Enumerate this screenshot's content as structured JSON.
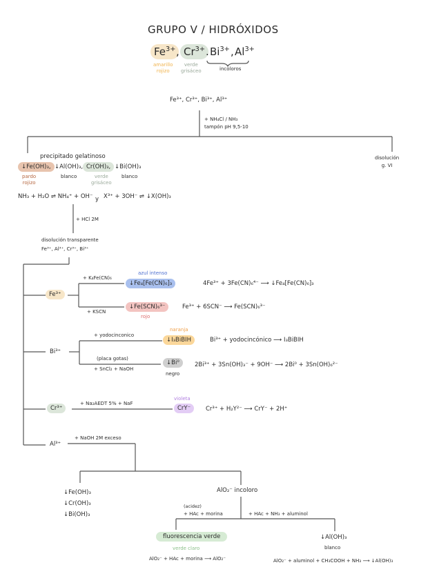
{
  "title": "GRUPO V / HIDRÓXIDOS",
  "header_ions": [
    {
      "ion": "Fe",
      "charge": "3+",
      "color_label": "amarillo rojizo",
      "color_label_l1": "amarillo",
      "color_label_l2": "rojizo",
      "highlight": "#f7e6c8",
      "label_color": "#f0b24a"
    },
    {
      "ion": "Cr",
      "charge": "3+",
      "color_label": "verde grisáceo",
      "color_label_l1": "verde",
      "color_label_l2": "grisáceo",
      "highlight": "#dce6da",
      "label_color": "#9aa99a"
    },
    {
      "ion": "Bi",
      "charge": "3+"
    },
    {
      "ion": "Al",
      "charge": "3+"
    }
  ],
  "header_brace_label": "incoloros",
  "start": {
    "ions": "Fe³⁺, Cr³⁺, Bi³⁺, Al³⁺",
    "reagent_line1": "+ NH₄Cl / NH₃",
    "reagent_line2": "tampón pH 9,5-10"
  },
  "precipitate": {
    "label": "precipitado gelatinoso",
    "items": [
      {
        "formula": "↓Fe(OH)₃,",
        "color": "pardo rojizo",
        "color_l1": "pardo",
        "color_l2": "rojizo",
        "highlight": "#e8c4ae",
        "label_color": "#b5663f"
      },
      {
        "formula": "↓Al(OH)₃,",
        "color": "blanco"
      },
      {
        "formula": "Cr(OH)₃,",
        "color": "verde grisáceo",
        "color_l1": "verde",
        "color_l2": "grisáceo",
        "highlight": "#dce6da",
        "label_color": "#9aa99a"
      },
      {
        "formula": "↓Bi(OH)₃",
        "color": "blanco"
      }
    ],
    "equation_1": "NH₃ + H₂O ⇌ NH₄⁺ + OH⁻",
    "connector": "y",
    "equation_2": "X³⁺ + 3OH⁻ ⇌ ↓X(OH)₃"
  },
  "solution_right": {
    "line1": "disolución",
    "line2": "g. VI"
  },
  "hcl_step": {
    "reagent": "+ HCl 2M",
    "result_line1": "disolución transparente",
    "result_line2": "Fe³⁺, Al³⁺, Cr³⁺, Bi³⁺"
  },
  "branches": {
    "fe": {
      "ion": "Fe³⁺",
      "highlight": "#f7e6c8",
      "reagent_top": "+ K₄Fe(CN)₆",
      "product_top": "↓Fe₄[Fe(CN)₆]₃",
      "product_top_color": "azul intenso",
      "product_top_highlight": "#a9c0ee",
      "product_top_label_color": "#4d6fd0",
      "equation_top": "4Fe³⁺ + 3Fe(CN)₆⁴⁻ ⟶ ↓Fe₄[Fe(CN)₆]₃",
      "reagent_bottom": "+ KSCN",
      "product_bottom": "↓Fe(SCN)₆³⁻",
      "product_bottom_color": "rojo",
      "product_bottom_highlight": "#f3c4c1",
      "product_bottom_label_color": "#dd6b6b",
      "equation_bottom": "Fe³⁺ + 6SCN⁻ ⟶ Fe(SCN)₆³⁻"
    },
    "bi": {
      "ion": "Bi³⁺",
      "reagent_top": "+ yodocinconico",
      "product_top": "↓I₃BiBIH",
      "product_top_color": "naranja",
      "product_top_highlight": "#fbd79a",
      "product_top_label_color": "#f0a04a",
      "equation_top": "Bi³⁺ + yodocincónico ⟶ I₃BiBIH",
      "reagent_bottom_note": "(placa gotas)",
      "reagent_bottom": "+ SnCl₂   + NaOH",
      "product_bottom": "↓Bi⁰",
      "product_bottom_color": "negro",
      "product_bottom_highlight": "#cfcfcf",
      "equation_bottom": "2Bi³⁺ + 3Sn(OH)₃⁻ + 9OH⁻ ⟶ 2Bi⁰ + 3Sn(OH)₆²⁻"
    },
    "cr": {
      "ion": "Cr³⁺",
      "highlight": "#dce6da",
      "reagent": "+ Na₂AEDT 5%    + NaF",
      "product": "CrY⁻",
      "product_color": "violeta",
      "product_highlight": "#e3cdf5",
      "product_label_color": "#b07ee0",
      "equation": "Cr³⁺ + H₂Y²⁻ ⟶ CrY⁻ + 2H⁺"
    },
    "al": {
      "ion": "Al³⁺",
      "reagent": "+ NaOH 2M exceso",
      "precipitates": [
        "↓Fe(OH)₃",
        "↓Cr(OH)₃",
        "↓Bi(OH)₃"
      ],
      "solution": "AlO₂⁻ incoloro",
      "left": {
        "note": "(acidez)",
        "reagent": "+ HAc   + morina",
        "product": "fluorescencia verde",
        "product_color": "verde claro",
        "product_highlight": "#d6ebd4",
        "product_label_color": "#8cc08a",
        "equation": "AlO₂⁻ + HAc + morina ⟶ AlO₂⁻"
      },
      "right": {
        "reagent": "+ HAc   + NH₃   + aluminol",
        "product": "↓Al(OH)₃",
        "product_color": "blanco",
        "equation": "AlO₂⁻ + aluminol + CH₃COOH + NH₃ ⟶ ↓Al(OH)₃"
      }
    }
  }
}
